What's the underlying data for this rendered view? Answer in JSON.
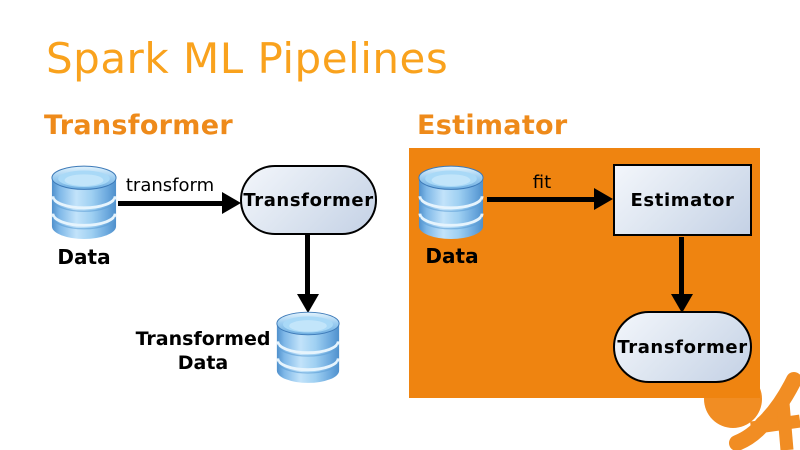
{
  "title": "Spark ML Pipelines",
  "colors": {
    "title": "#F9A21D",
    "heading": "#EE8A1A",
    "panel": "#EF8410",
    "logo": "#F18D23",
    "arrow": "#000000"
  },
  "transformer_section": {
    "heading": "Transformer",
    "input_label": "Data",
    "arrow_label": "transform",
    "node_label": "Transformer",
    "output_label": "Transformed Data"
  },
  "estimator_section": {
    "heading": "Estimator",
    "input_label": "Data",
    "arrow_label": "fit",
    "estimator_node_label": "Estimator",
    "transformer_node_label": "Transformer"
  },
  "icons": {
    "database": "database-icon",
    "logo": "brand-4-swoosh-logo"
  }
}
